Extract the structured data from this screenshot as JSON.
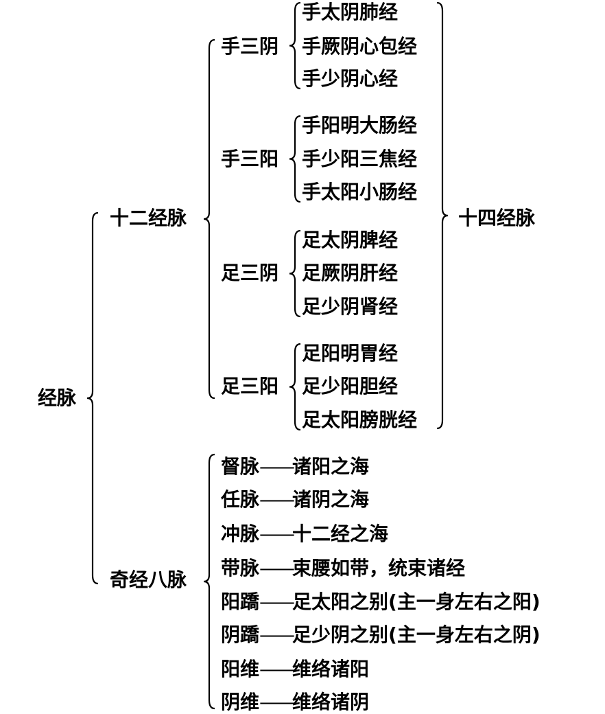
{
  "root": "经脉",
  "twelve": {
    "label": "十二经脉",
    "groups": [
      {
        "label": "手三阴",
        "items": [
          "手太阴肺经",
          "手厥阴心包经",
          "手少阴心经"
        ]
      },
      {
        "label": "手三阳",
        "items": [
          "手阳明大肠经",
          "手少阳三焦经",
          "手太阳小肠经"
        ]
      },
      {
        "label": "足三阴",
        "items": [
          "足太阴脾经",
          "足厥阴肝经",
          "足少阴肾经"
        ]
      },
      {
        "label": "足三阳",
        "items": [
          "足阳明胃经",
          "足少阳胆经",
          "足太阳膀胱经"
        ]
      }
    ]
  },
  "fourteen_label": "十四经脉",
  "eight": {
    "label": "奇经八脉",
    "items": [
      {
        "name": "督脉",
        "desc": "诸阳之海"
      },
      {
        "name": "任脉",
        "desc": "诸阴之海"
      },
      {
        "name": "冲脉",
        "desc": "十二经之海"
      },
      {
        "name": "带脉",
        "desc": "束腰如带，统束诸经"
      },
      {
        "name": "阳蹻",
        "desc": "足太阳之别(主一身左右之阳)"
      },
      {
        "name": "阴蹻",
        "desc": "足少阴之别(主一身左右之阴)"
      },
      {
        "name": "阳维",
        "desc": "维络诸阳"
      },
      {
        "name": "阴维",
        "desc": "维络诸阴"
      }
    ]
  },
  "dash": "——"
}
